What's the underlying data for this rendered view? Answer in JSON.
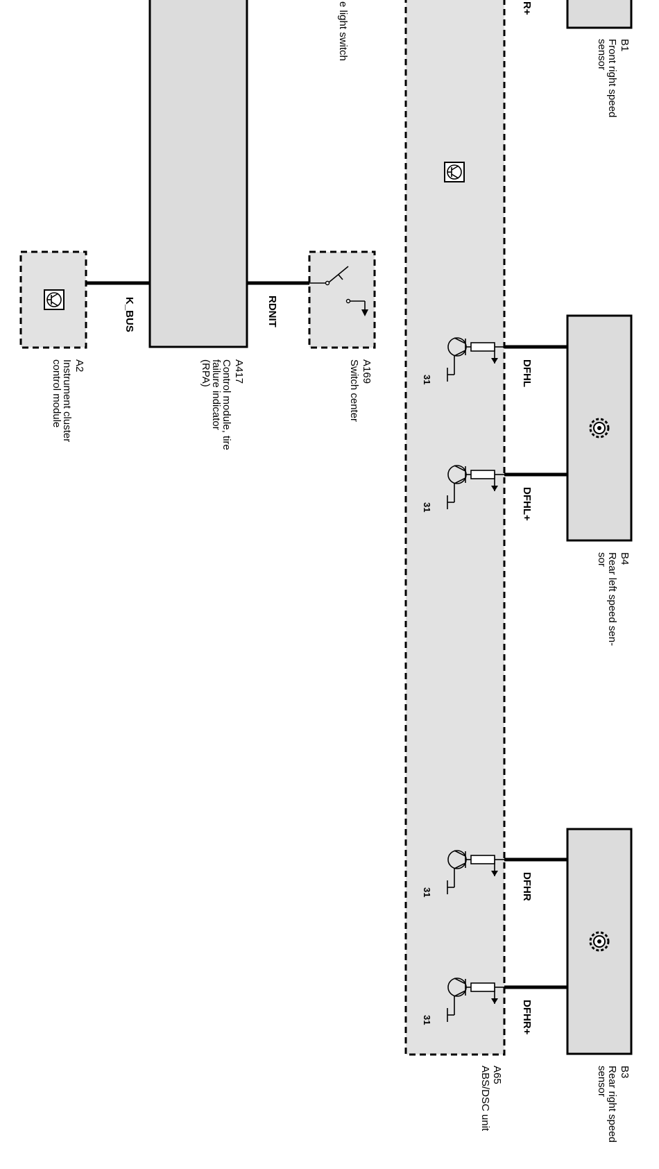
{
  "components": {
    "b1": {
      "id": "B1",
      "name": "Front right speed",
      "name2": "sensor"
    },
    "b4": {
      "id": "B4",
      "name": "Rear left speed sen-",
      "name2": "sor"
    },
    "b3": {
      "id": "B3",
      "name": "Rear right speed",
      "name2": "sensor"
    },
    "a65": {
      "id": "A65",
      "name": "ABS/DSC unit"
    },
    "a169": {
      "id": "A169",
      "name": "Switch center"
    },
    "a417": {
      "id": "A417",
      "name": "Control module, tire",
      "name2": "failure indicator",
      "name3": "(RPA)"
    },
    "a2": {
      "id": "A2",
      "name": "Instrument cluster",
      "name2": "control module"
    },
    "partial": {
      "name": "e light switch"
    }
  },
  "signals": {
    "dfhl": "DFHL",
    "dfhl_plus": "DFHL+",
    "dfhr": "DFHR",
    "dfhr_plus": "DFHR+",
    "r_plus_partial": "R+",
    "rdnit": "RDNIT",
    "k_bus": "K_BUS"
  },
  "pins": {
    "ground": "31"
  },
  "colors": {
    "box_fill": "#dcdcdc",
    "line": "#000000"
  }
}
